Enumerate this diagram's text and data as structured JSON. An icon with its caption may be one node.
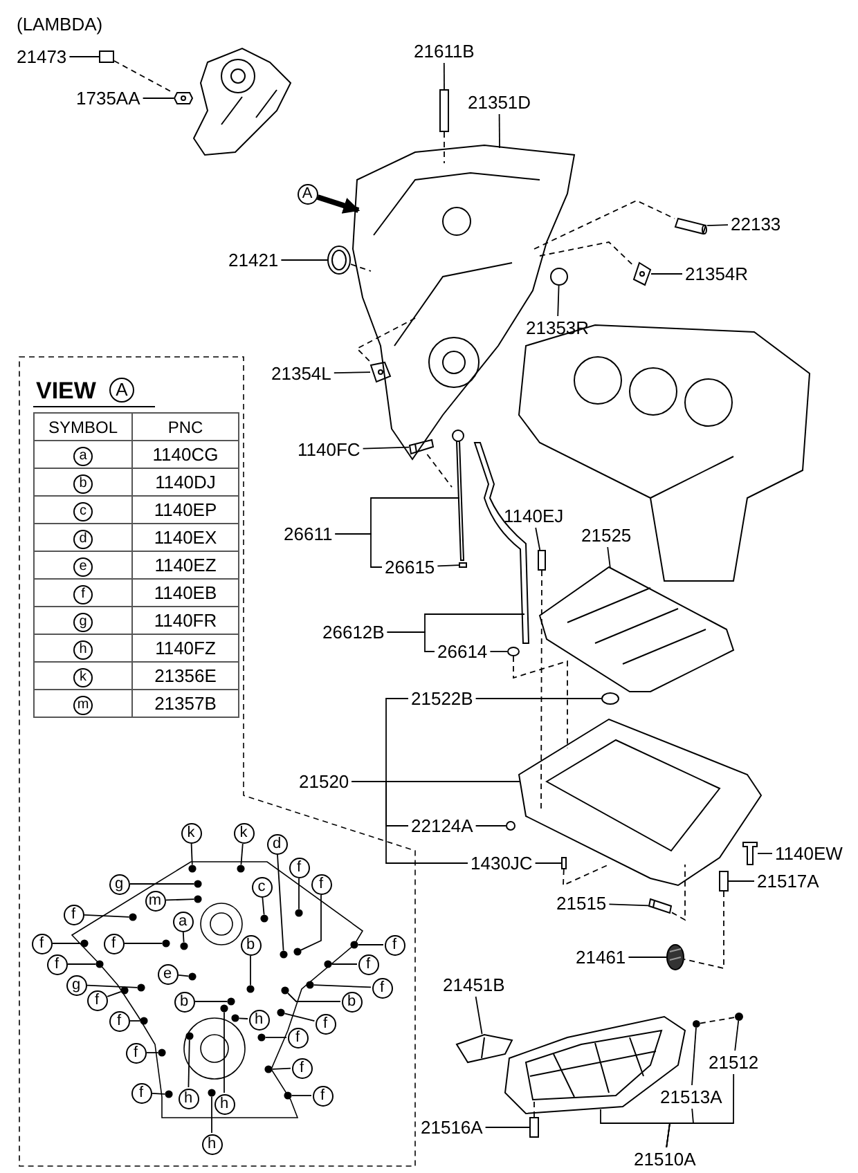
{
  "diagram": {
    "nodes": [
      {
        "text": [
          "21473"
        ]
      },
      {
        "text": [
          "1735AA"
        ]
      },
      {
        "text": [
          "21611B"
        ]
      },
      {
        "text": [
          "21351D"
        ]
      },
      {
        "text": [
          "22133"
        ]
      },
      {
        "text": [
          "21421"
        ]
      },
      {
        "text": [
          "21354R"
        ]
      },
      {
        "text": [
          "21353R"
        ]
      },
      {
        "text": [
          "21354L"
        ]
      },
      {
        "text": [
          "1140FC"
        ]
      },
      {
        "text": [
          "26611"
        ]
      },
      {
        "text": [
          "26615"
        ]
      },
      {
        "text": [
          "1140EJ"
        ]
      },
      {
        "text": [
          "21525"
        ]
      },
      {
        "text": [
          "26612B"
        ]
      },
      {
        "text": [
          "26614"
        ]
      },
      {
        "text": [
          "21522B"
        ]
      },
      {
        "text": [
          "21520"
        ]
      },
      {
        "text": [
          "22124A"
        ]
      },
      {
        "text": [
          "1430JC"
        ]
      },
      {
        "text": [
          "21515"
        ]
      },
      {
        "text": [
          "1140EW"
        ]
      },
      {
        "text": [
          "21517A"
        ]
      },
      {
        "text": [
          "21461"
        ]
      },
      {
        "text": [
          "21451B"
        ]
      },
      {
        "text": [
          "21512"
        ]
      },
      {
        "text": [
          "21513A"
        ]
      },
      {
        "text": [
          "21516A"
        ]
      },
      {
        "text": [
          "21510A"
        ]
      },
      {
        "text": [
          "k"
        ]
      },
      {
        "text": [
          "k"
        ]
      },
      {
        "text": [
          "d"
        ]
      },
      {
        "text": [
          "f"
        ]
      },
      {
        "text": [
          "f"
        ]
      },
      {
        "text": [
          "g"
        ]
      },
      {
        "text": [
          "c"
        ]
      },
      {
        "text": [
          "m"
        ]
      },
      {
        "text": [
          "f"
        ]
      },
      {
        "text": [
          "a"
        ]
      },
      {
        "text": [
          "f"
        ]
      },
      {
        "text": [
          "f"
        ]
      },
      {
        "text": [
          "b"
        ]
      },
      {
        "text": [
          "f"
        ]
      },
      {
        "text": [
          "f"
        ]
      },
      {
        "text": [
          "f"
        ]
      },
      {
        "text": [
          "e"
        ]
      },
      {
        "text": [
          "g"
        ]
      },
      {
        "text": [
          "f"
        ]
      },
      {
        "text": [
          "f"
        ]
      },
      {
        "text": [
          "b"
        ]
      },
      {
        "text": [
          "b"
        ]
      },
      {
        "text": [
          "f"
        ]
      },
      {
        "text": [
          "h"
        ]
      },
      {
        "text": [
          "f"
        ]
      },
      {
        "text": [
          "f"
        ]
      },
      {
        "text": [
          "f"
        ]
      },
      {
        "text": [
          "f"
        ]
      },
      {
        "text": [
          "f"
        ]
      },
      {
        "text": [
          "h"
        ]
      },
      {
        "text": [
          "h"
        ]
      },
      {
        "text": [
          "f"
        ]
      },
      {
        "text": [
          "h"
        ]
      },
      {
        "text": [
          "A"
        ]
      },
      {
        "text": [],
        "shape": "box"
      },
      {
        "text": [],
        "shape": "picture"
      },
      {
        "text": [],
        "shape": "box"
      },
      {
        "text": [],
        "shape": "picture"
      },
      {
        "text": [],
        "shape": "picture"
      },
      {
        "text": [],
        "shape": "picture"
      },
      {
        "text": [],
        "shape": "picture"
      },
      {
        "text": [],
        "shape": "circle"
      },
      {
        "text": [],
        "shape": "picture"
      },
      {
        "text": [],
        "shape": "picture"
      },
      {
        "text": [],
        "shape": "picture"
      },
      {
        "text": [],
        "shape": "box"
      },
      {
        "text": [],
        "shape": "box"
      },
      {
        "text": [],
        "shape": "picture"
      },
      {
        "text": [],
        "shape": "picture"
      },
      {
        "text": [],
        "shape": "circle"
      },
      {
        "text": [],
        "shape": "circle"
      },
      {
        "text": [],
        "shape": "picture"
      },
      {
        "text": [],
        "shape": "circle"
      },
      {
        "text": [],
        "shape": "box"
      },
      {
        "text": [],
        "shape": "picture"
      },
      {
        "text": [],
        "shape": "picture"
      },
      {
        "text": [],
        "shape": "box"
      },
      {
        "text": [],
        "shape": "picture"
      },
      {
        "text": [],
        "shape": "picture"
      },
      {
        "text": [],
        "shape": "circle"
      },
      {
        "text": [],
        "shape": "circle"
      },
      {
        "text": [],
        "shape": "box"
      },
      {
        "text": [],
        "shape": "picture"
      },
      {
        "text": [],
        "shape": "circle"
      },
      {
        "text": [],
        "shape": "circle"
      },
      {
        "text": [],
        "shape": "circle"
      },
      {
        "text": [],
        "shape": "circle"
      },
      {
        "text": [],
        "shape": "circle"
      },
      {
        "text": [],
        "shape": "circle"
      },
      {
        "text": [],
        "shape": "circle"
      },
      {
        "text": [],
        "shape": "circle"
      },
      {
        "text": [],
        "shape": "circle"
      },
      {
        "text": [],
        "shape": "circle"
      },
      {
        "text": [],
        "shape": "circle"
      },
      {
        "text": [],
        "shape": "circle"
      },
      {
        "text": [],
        "shape": "circle"
      },
      {
        "text": [],
        "shape": "circle"
      },
      {
        "text": [],
        "shape": "circle"
      },
      {
        "text": [],
        "shape": "circle"
      },
      {
        "text": [],
        "shape": "circle"
      },
      {
        "text": [],
        "shape": "circle"
      },
      {
        "text": [],
        "shape": "circle"
      },
      {
        "text": [],
        "shape": "circle"
      },
      {
        "text": [],
        "shape": "circle"
      },
      {
        "text": [],
        "shape": "circle"
      },
      {
        "text": [],
        "shape": "circle"
      },
      {
        "text": [],
        "shape": "circle"
      },
      {
        "text": [],
        "shape": "circle"
      },
      {
        "text": [],
        "shape": "circle"
      },
      {
        "text": [],
        "shape": "circle"
      },
      {
        "text": [],
        "shape": "circle"
      },
      {
        "text": [],
        "shape": "circle"
      },
      {
        "text": [],
        "shape": "circle"
      },
      {
        "text": [],
        "shape": "circle"
      },
      {
        "text": [],
        "shape": "circle"
      },
      {
        "text": [],
        "shape": "circle"
      }
    ],
    "edges": [
      {
        "from": 0,
        "to": 63,
        "arrow": "none"
      },
      {
        "from": 1,
        "to": 64,
        "arrow": "none"
      },
      {
        "from": 2,
        "to": 65,
        "arrow": "none"
      },
      {
        "from": 3,
        "to": 66,
        "arrow": "none"
      },
      {
        "from": 4,
        "to": 67,
        "arrow": "none"
      },
      {
        "from": 5,
        "to": 68,
        "arrow": "none"
      },
      {
        "from": 6,
        "to": 69,
        "arrow": "none"
      },
      {
        "from": 7,
        "to": 70,
        "arrow": "none"
      },
      {
        "from": 8,
        "to": 71,
        "arrow": "none"
      },
      {
        "from": 9,
        "to": 72,
        "arrow": "none"
      },
      {
        "from": 10,
        "to": 73,
        "arrow": "none"
      },
      {
        "from": 10,
        "to": 11,
        "arrow": "none"
      },
      {
        "from": 11,
        "to": 74,
        "arrow": "none"
      },
      {
        "from": 12,
        "to": 75,
        "arrow": "none"
      },
      {
        "from": 13,
        "to": 76,
        "arrow": "none"
      },
      {
        "from": 14,
        "to": 77,
        "arrow": "none"
      },
      {
        "from": 14,
        "to": 15,
        "arrow": "none"
      },
      {
        "from": 15,
        "to": 78,
        "arrow": "none"
      },
      {
        "from": 16,
        "to": 79,
        "arrow": "none"
      },
      {
        "from": 17,
        "to": 80,
        "arrow": "none"
      },
      {
        "from": 17,
        "to": 16,
        "arrow": "none"
      },
      {
        "from": 17,
        "to": 18,
        "arrow": "none"
      },
      {
        "from": 17,
        "to": 19,
        "arrow": "none"
      },
      {
        "from": 18,
        "to": 81,
        "arrow": "none"
      },
      {
        "from": 19,
        "to": 82,
        "arrow": "none"
      },
      {
        "from": 20,
        "to": 83,
        "arrow": "none"
      },
      {
        "from": 21,
        "to": 84,
        "arrow": "none"
      },
      {
        "from": 22,
        "to": 85,
        "arrow": "none"
      },
      {
        "from": 23,
        "to": 86,
        "arrow": "none"
      },
      {
        "from": 24,
        "to": 87,
        "arrow": "none"
      },
      {
        "from": 25,
        "to": 88,
        "arrow": "none"
      },
      {
        "from": 26,
        "to": 89,
        "arrow": "none"
      },
      {
        "from": 27,
        "to": 90,
        "arrow": "none"
      },
      {
        "from": 28,
        "to": 91,
        "arrow": "none"
      },
      {
        "from": 28,
        "to": 26,
        "arrow": "none"
      },
      {
        "from": 28,
        "to": 25,
        "arrow": "none"
      },
      {
        "from": 29,
        "to": 92,
        "arrow": "none"
      },
      {
        "from": 30,
        "to": 93,
        "arrow": "none"
      },
      {
        "from": 31,
        "to": 94,
        "arrow": "none"
      },
      {
        "from": 32,
        "to": 95,
        "arrow": "none"
      },
      {
        "from": 33,
        "to": 96,
        "arrow": "none"
      },
      {
        "from": 34,
        "to": 97,
        "arrow": "none"
      },
      {
        "from": 35,
        "to": 98,
        "arrow": "none"
      },
      {
        "from": 36,
        "to": 99,
        "arrow": "none"
      },
      {
        "from": 37,
        "to": 100,
        "arrow": "none"
      },
      {
        "from": 38,
        "to": 101,
        "arrow": "none"
      },
      {
        "from": 39,
        "to": 102,
        "arrow": "none"
      },
      {
        "from": 40,
        "to": 103,
        "arrow": "none"
      },
      {
        "from": 41,
        "to": 104,
        "arrow": "none"
      },
      {
        "from": 42,
        "to": 105,
        "arrow": "none"
      },
      {
        "from": 43,
        "to": 106,
        "arrow": "none"
      },
      {
        "from": 44,
        "to": 107,
        "arrow": "none"
      },
      {
        "from": 45,
        "to": 108,
        "arrow": "none"
      },
      {
        "from": 46,
        "to": 109,
        "arrow": "none"
      },
      {
        "from": 47,
        "to": 110,
        "arrow": "none"
      },
      {
        "from": 48,
        "to": 111,
        "arrow": "none"
      },
      {
        "from": 49,
        "to": 112,
        "arrow": "none"
      },
      {
        "from": 50,
        "to": 113,
        "arrow": "none"
      },
      {
        "from": 51,
        "to": 114,
        "arrow": "none"
      },
      {
        "from": 52,
        "to": 115,
        "arrow": "none"
      },
      {
        "from": 53,
        "to": 116,
        "arrow": "none"
      },
      {
        "from": 54,
        "to": 117,
        "arrow": "none"
      },
      {
        "from": 55,
        "to": 118,
        "arrow": "none"
      },
      {
        "from": 56,
        "to": 119,
        "arrow": "none"
      },
      {
        "from": 57,
        "to": 120,
        "arrow": "none"
      },
      {
        "from": 58,
        "to": 121,
        "arrow": "none"
      },
      {
        "from": 59,
        "to": 122,
        "arrow": "none"
      },
      {
        "from": 60,
        "to": 123,
        "arrow": "none"
      },
      {
        "from": 61,
        "to": 124,
        "arrow": "none"
      },
      {
        "from": 62,
        "to": 66,
        "arrow": "to",
        "style": "thick"
      },
      {
        "from": 63,
        "to": 64,
        "arrow": "none",
        "style": "dashed"
      },
      {
        "from": 65,
        "to": 66,
        "arrow": "none",
        "style": "dashed"
      },
      {
        "from": 68,
        "to": 66,
        "arrow": "none",
        "style": "dashed"
      },
      {
        "from": 66,
        "to": 67,
        "arrow": "none",
        "style": "dashed"
      },
      {
        "from": 66,
        "to": 69,
        "arrow": "none",
        "style": "dashed"
      },
      {
        "from": 66,
        "to": 71,
        "arrow": "none",
        "style": "dashed"
      },
      {
        "from": 72,
        "to": 73,
        "arrow": "none",
        "style": "dashed"
      },
      {
        "from": 75,
        "to": 80,
        "arrow": "none",
        "style": "dashed"
      },
      {
        "from": 78,
        "to": 80,
        "arrow": "none",
        "style": "dashed"
      },
      {
        "from": 82,
        "to": 80,
        "arrow": "none",
        "style": "dashed"
      },
      {
        "from": 83,
        "to": 80,
        "arrow": "none",
        "style": "dashed"
      },
      {
        "from": 85,
        "to": 86,
        "arrow": "none",
        "style": "dashed"
      },
      {
        "from": 89,
        "to": 88,
        "arrow": "none",
        "style": "dashed"
      },
      {
        "from": 90,
        "to": 91,
        "arrow": "none",
        "style": "dashed"
      }
    ],
    "labels": [
      "(LAMBDA)",
      "VIEW",
      "A",
      "SYMBOL",
      "PNC",
      "a",
      "1140CG",
      "b",
      "1140DJ",
      "c",
      "1140EP",
      "d",
      "1140EX",
      "e",
      "1140EZ",
      "f",
      "1140EB",
      "g",
      "1140FR",
      "h",
      "1140FZ",
      "k",
      "21356E",
      "m",
      "21357B"
    ]
  }
}
